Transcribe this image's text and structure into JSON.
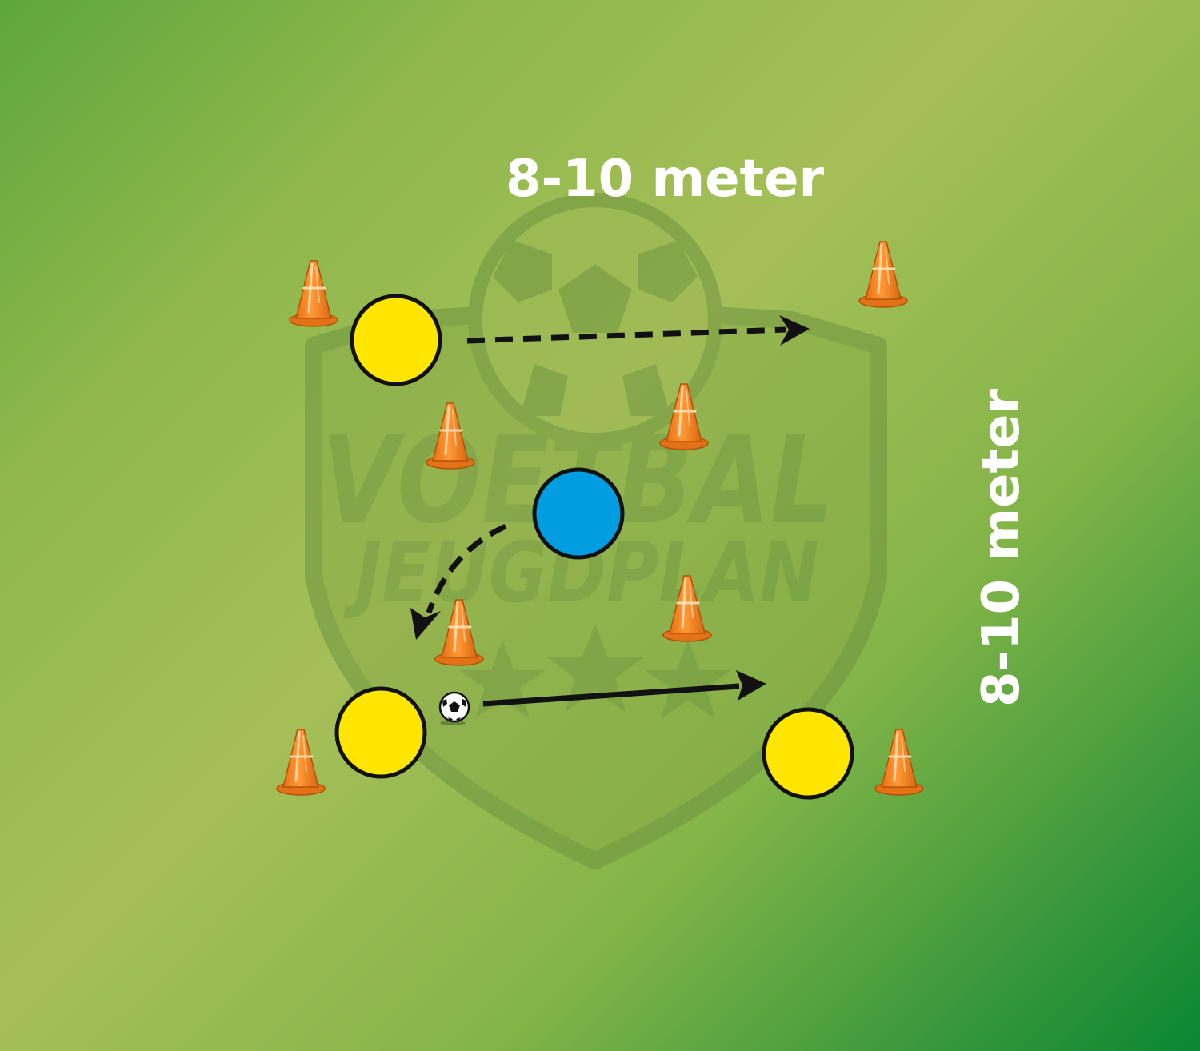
{
  "labels": {
    "width": "8-10 meter",
    "height": "8-10 meter"
  },
  "watermark": {
    "line1": "VOETBAL",
    "line2": "JEUGDPLAN"
  },
  "colors": {
    "attacker": "#ffe600",
    "defender": "#009ee0",
    "cone": "#f58220",
    "arrow": "#111111",
    "text": "#ffffff",
    "watermark": "#6e9440"
  },
  "elements": {
    "players": [
      {
        "role": "attacker"
      },
      {
        "role": "defender"
      },
      {
        "role": "attacker",
        "has_ball": true
      },
      {
        "role": "attacker"
      }
    ],
    "cones": 8,
    "passes": [
      {
        "style": "dashed",
        "kind": "run"
      },
      {
        "style": "dashed",
        "kind": "run"
      },
      {
        "style": "solid",
        "kind": "pass"
      }
    ],
    "icons": [
      "soccer-ball-icon",
      "cone-icon",
      "arrow-icon",
      "shield-logo-icon"
    ]
  }
}
